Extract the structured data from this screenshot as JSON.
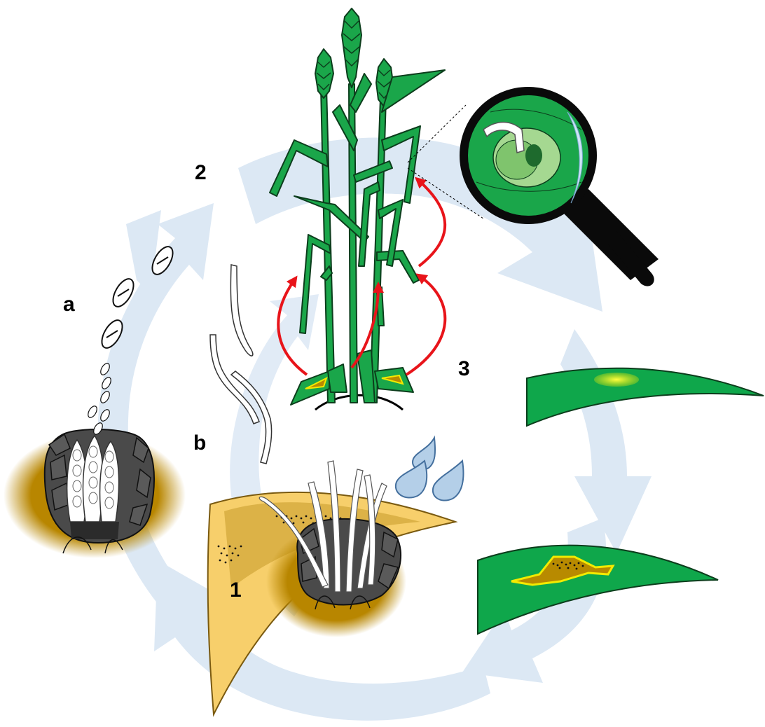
{
  "labels": {
    "stage_2": "2",
    "stage_3": "3",
    "stage_1": "1",
    "spore_a": "a",
    "spore_b": "b"
  },
  "colors": {
    "cycle_arrow": "#dce8f4",
    "plant_green": "#1aa64a",
    "plant_outline": "#0c3d1c",
    "leaf_green": "#0fa74b",
    "lesion_yellow": "#f3ea00",
    "lesion_orange": "#b88a00",
    "straw": "#f7cf6b",
    "straw_dark": "#c79b2a",
    "soil_patch": "#b88600",
    "fruiting_body": "#4a4a4a",
    "infection_arrow": "#e8141a",
    "water_drop": "#b4cfe8",
    "magnifier_handle": "#0a0a0a"
  },
  "icons": [
    "wheat-plant-icon",
    "magnifier-icon",
    "leaf-icon",
    "straw-stubble-icon",
    "pseudothecium-icon",
    "pycnidium-icon",
    "water-drops-icon",
    "ascospore-icon",
    "pycnidiospore-icon"
  ]
}
